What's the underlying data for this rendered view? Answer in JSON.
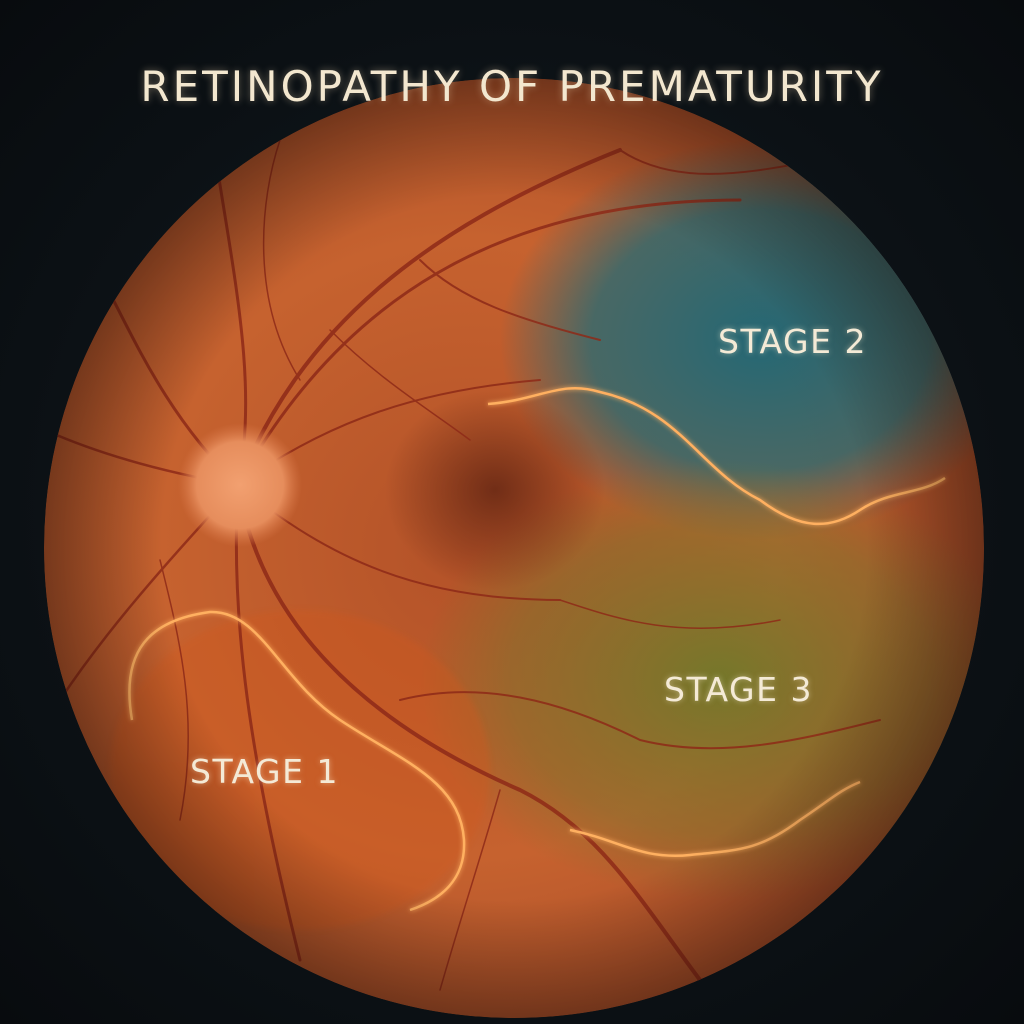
{
  "title": "RETINOPATHY OF PREMATURITY",
  "labels": {
    "stage1": "STAGE 1",
    "stage2": "STAGE 2",
    "stage3": "STAGE 3"
  },
  "colors": {
    "retina": "#c8632f",
    "stage2_zone": "#1f6a78",
    "stage3_zone": "#6f7a2c",
    "ridge": "#ffb060",
    "vessel": "#8e2a18",
    "title": "#f3e7cf"
  }
}
